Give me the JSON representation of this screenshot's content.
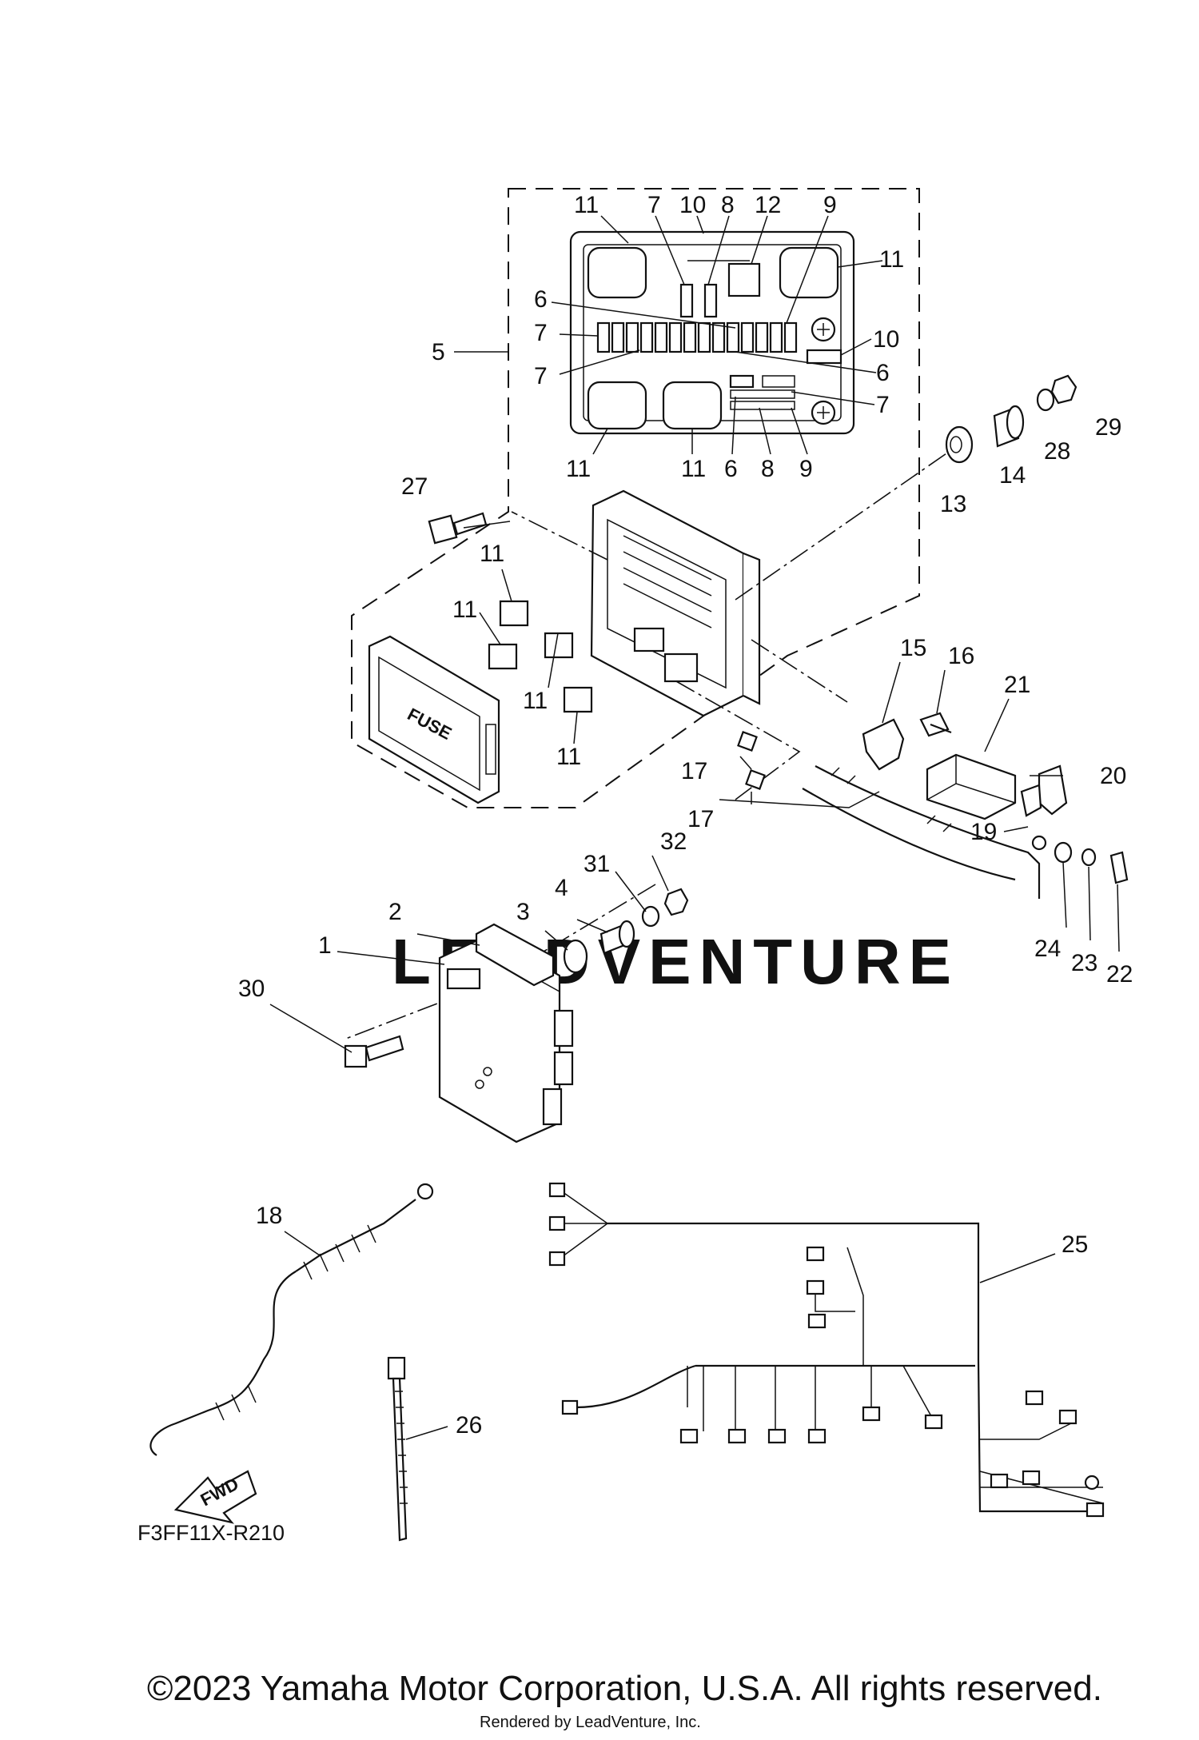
{
  "callouts": [
    "11",
    "7",
    "10",
    "8",
    "12",
    "9",
    "11",
    "6",
    "7",
    "10",
    "7",
    "6",
    "7",
    "11",
    "11",
    "6",
    "8",
    "9",
    "5",
    "13",
    "14",
    "28",
    "29",
    "27",
    "11",
    "11",
    "11",
    "11",
    "15",
    "16",
    "21",
    "20",
    "17",
    "17",
    "19",
    "32",
    "31",
    "4",
    "3",
    "2",
    "1",
    "24",
    "23",
    "22",
    "30",
    "18",
    "25",
    "26"
  ],
  "diagram_ref": "F3FF11X-R210",
  "fuse_label": "FUSE",
  "fwd_label": "FWD",
  "watermark": "LEADVENTURE",
  "copyright": "©2023 Yamaha Motor Corporation, U.S.A. All rights reserved.",
  "rendered_by": "Rendered by LeadVenture, Inc."
}
